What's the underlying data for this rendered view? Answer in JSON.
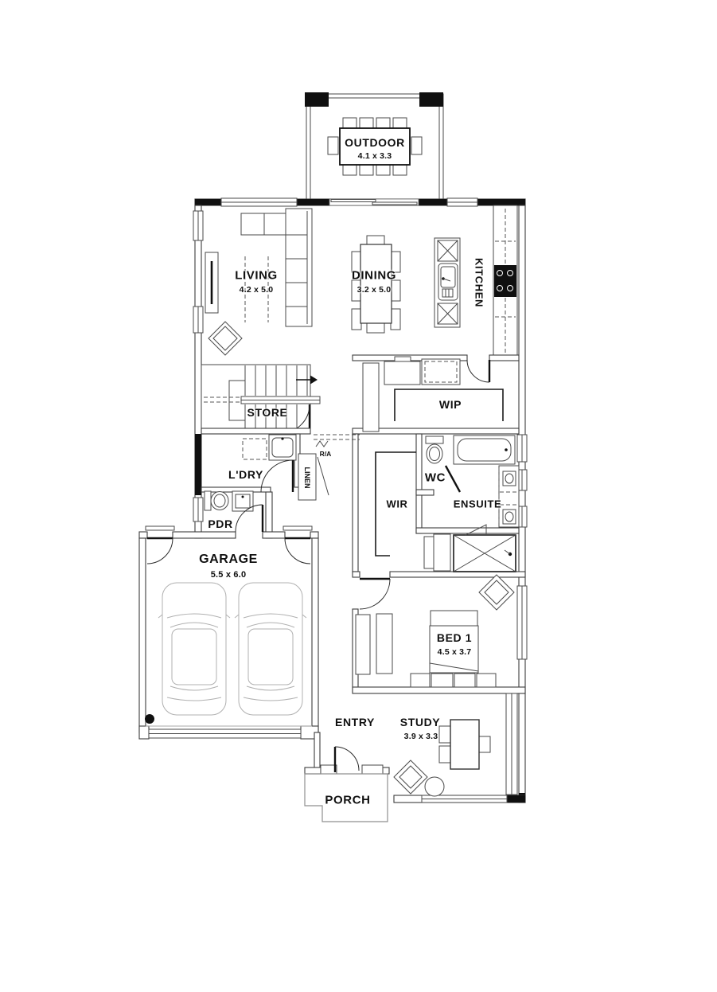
{
  "plan": {
    "rooms": {
      "outdoor": {
        "name": "OUTDOOR",
        "dims": "4.1 x 3.3"
      },
      "living": {
        "name": "LIVING",
        "dims": "4.2 x 5.0"
      },
      "dining": {
        "name": "DINING",
        "dims": "3.2 x 5.0"
      },
      "kitchen": {
        "name": "KITCHEN"
      },
      "store": {
        "name": "STORE"
      },
      "wip": {
        "name": "WIP"
      },
      "laundry": {
        "name": "L'DRY"
      },
      "linen": {
        "name": "LINEN"
      },
      "return_air": {
        "name": "R/A"
      },
      "powder": {
        "name": "PDR"
      },
      "wc": {
        "name": "WC"
      },
      "ensuite": {
        "name": "ENSUITE"
      },
      "wir": {
        "name": "WIR"
      },
      "garage": {
        "name": "GARAGE",
        "dims": "5.5 x 6.0"
      },
      "bed1": {
        "name": "BED 1",
        "dims": "4.5 x 3.7"
      },
      "entry": {
        "name": "ENTRY"
      },
      "study": {
        "name": "STUDY",
        "dims": "3.9 x 3.3"
      },
      "porch": {
        "name": "PORCH"
      }
    },
    "colors": {
      "wall_fill": "#101010",
      "line": "#1a1a1a",
      "light": "#a8a8a8",
      "background": "#ffffff"
    }
  }
}
